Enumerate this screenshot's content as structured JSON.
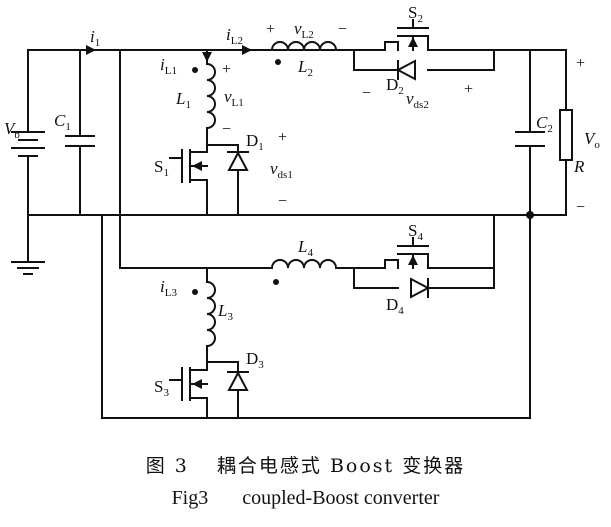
{
  "labels": {
    "i1": {
      "main": "i",
      "sub": "1"
    },
    "iL2": {
      "main": "i",
      "sub": "L2"
    },
    "vL2": {
      "main": "v",
      "sub": "L2"
    },
    "L2": {
      "main": "L",
      "sub": "2"
    },
    "S2": {
      "main": "S",
      "sub": "2"
    },
    "iL1": {
      "main": "i",
      "sub": "L1"
    },
    "L1": {
      "main": "L",
      "sub": "1"
    },
    "vL1": {
      "main": "v",
      "sub": "L1"
    },
    "D2": {
      "main": "D",
      "sub": "2"
    },
    "vds2": {
      "main": "v",
      "sub": "ds2"
    },
    "Vb": {
      "main": "V",
      "sub": "b"
    },
    "C1": {
      "main": "C",
      "sub": "1"
    },
    "D1": {
      "main": "D",
      "sub": "1"
    },
    "S1": {
      "main": "S",
      "sub": "1"
    },
    "vds1": {
      "main": "v",
      "sub": "ds1"
    },
    "C2": {
      "main": "C",
      "sub": "2"
    },
    "Vo": {
      "main": "V",
      "sub": "o"
    },
    "R": {
      "main": "R",
      "sub": ""
    },
    "L4": {
      "main": "L",
      "sub": "4"
    },
    "S4": {
      "main": "S",
      "sub": "4"
    },
    "D4": {
      "main": "D",
      "sub": "4"
    },
    "iL3": {
      "main": "i",
      "sub": "L3"
    },
    "L3": {
      "main": "L",
      "sub": "3"
    },
    "D3": {
      "main": "D",
      "sub": "3"
    },
    "S3": {
      "main": "S",
      "sub": "3"
    }
  },
  "signs": {
    "plus": "+",
    "minus": "−"
  },
  "caption": {
    "cn_fig": "图 3",
    "cn_title": "耦合电感式 Boost 变换器",
    "en_fig": "Fig3",
    "en_title": "coupled-Boost converter"
  }
}
